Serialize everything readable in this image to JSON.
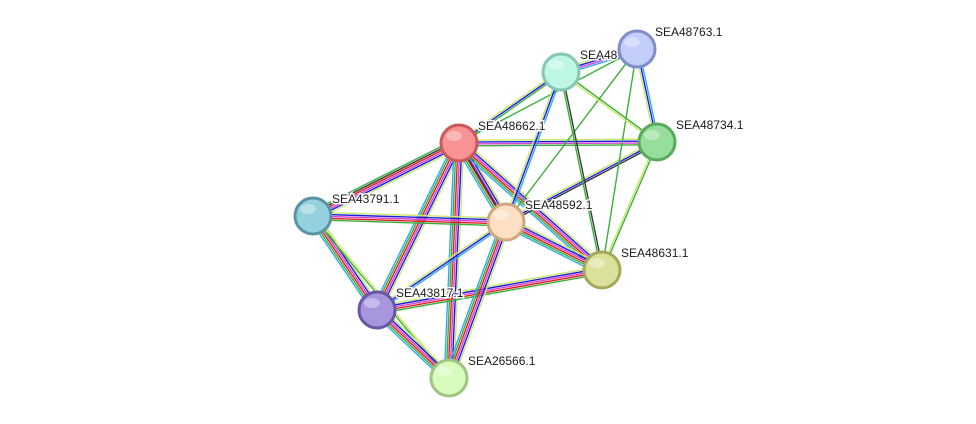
{
  "network": {
    "nodes": [
      {
        "id": "SEA48??",
        "label": "SEA48",
        "fill": "#bff7e6",
        "stroke": "#86c6b2"
      },
      {
        "id": "SEA48763",
        "label": "SEA48763.1",
        "fill": "#c3cdfa",
        "stroke": "#7f8ec9"
      },
      {
        "id": "SEA48662",
        "label": "SEA48662.1",
        "fill": "#f99292",
        "stroke": "#c95a5a"
      },
      {
        "id": "SEA48734",
        "label": "SEA48734.1",
        "fill": "#97dd9b",
        "stroke": "#5aa95f"
      },
      {
        "id": "SEA43791",
        "label": "SEA43791.1",
        "fill": "#95d0df",
        "stroke": "#5a93a3"
      },
      {
        "id": "SEA48592",
        "label": "SEA48592.1",
        "fill": "#fde0c3",
        "stroke": "#cfa87e"
      },
      {
        "id": "SEA48631",
        "label": "SEA48631.1",
        "fill": "#dbe19b",
        "stroke": "#a4a95a"
      },
      {
        "id": "SEA43817",
        "label": "SEA43817.1",
        "fill": "#a896dd",
        "stroke": "#6a56a6"
      },
      {
        "id": "SEA26566",
        "label": "SEA26566.1",
        "fill": "#d8fcbc",
        "stroke": "#9fc483"
      }
    ],
    "edges": [
      {
        "a": "SEA48662",
        "b": "SEA43791",
        "colors": [
          "#c9e86e",
          "#1c1cd8",
          "#d844d8",
          "#e02020",
          "#3a3a3a",
          "#39b039"
        ]
      },
      {
        "a": "SEA48662",
        "b": "SEA43817",
        "colors": [
          "#c9e86e",
          "#1c1cd8",
          "#d844d8",
          "#e02020",
          "#39b039",
          "#33aaee"
        ]
      },
      {
        "a": "SEA48662",
        "b": "SEA26566",
        "colors": [
          "#c9e86e",
          "#1c1cd8",
          "#d844d8",
          "#e02020",
          "#39b039",
          "#33aaee"
        ]
      },
      {
        "a": "SEA48662",
        "b": "SEA48592",
        "colors": [
          "#c9e86e",
          "#1c1cd8",
          "#d844d8",
          "#e02020",
          "#39b039",
          "#33aaee"
        ]
      },
      {
        "a": "SEA48662",
        "b": "SEA48631",
        "colors": [
          "#c9e86e",
          "#1c1cd8",
          "#d844d8",
          "#e02020",
          "#39b039",
          "#33aaee"
        ]
      },
      {
        "a": "SEA48662",
        "b": "SEA48734",
        "colors": [
          "#c9e86e",
          "#1c1cd8",
          "#d844d8",
          "#39b039"
        ]
      },
      {
        "a": "SEA48662",
        "b": "SEA48??",
        "colors": [
          "#c9e86e",
          "#1c1cd8",
          "#39b039"
        ]
      },
      {
        "a": "SEA48662",
        "b": "SEA48763",
        "colors": [
          "#39b039"
        ]
      },
      {
        "a": "SEA43791",
        "b": "SEA43817",
        "colors": [
          "#c9e86e",
          "#1c1cd8",
          "#d844d8",
          "#e02020",
          "#39b039",
          "#33aaee"
        ]
      },
      {
        "a": "SEA43791",
        "b": "SEA48592",
        "colors": [
          "#c9e86e",
          "#1c1cd8",
          "#d844d8",
          "#e02020",
          "#39b039"
        ]
      },
      {
        "a": "SEA43791",
        "b": "SEA26566",
        "colors": [
          "#c9e86e",
          "#39b039"
        ]
      },
      {
        "a": "SEA43817",
        "b": "SEA48592",
        "colors": [
          "#c9e86e",
          "#1c1cd8",
          "#33aaee"
        ]
      },
      {
        "a": "SEA43817",
        "b": "SEA48631",
        "colors": [
          "#c9e86e",
          "#1c1cd8",
          "#d844d8",
          "#e02020",
          "#39b039"
        ]
      },
      {
        "a": "SEA43817",
        "b": "SEA26566",
        "colors": [
          "#c9e86e",
          "#1c1cd8",
          "#d844d8",
          "#e02020",
          "#39b039",
          "#33aaee"
        ]
      },
      {
        "a": "SEA48592",
        "b": "SEA26566",
        "colors": [
          "#c9e86e",
          "#1c1cd8",
          "#d844d8",
          "#e02020",
          "#39b039",
          "#33aaee"
        ]
      },
      {
        "a": "SEA48592",
        "b": "SEA48631",
        "colors": [
          "#c9e86e",
          "#1c1cd8",
          "#d844d8",
          "#e02020",
          "#39b039",
          "#33aaee"
        ]
      },
      {
        "a": "SEA48592",
        "b": "SEA48734",
        "colors": [
          "#c9e86e",
          "#1c1cd8",
          "#3a3a3a"
        ]
      },
      {
        "a": "SEA48592",
        "b": "SEA48??",
        "colors": [
          "#c9e86e",
          "#1c1cd8",
          "#33aaee"
        ]
      },
      {
        "a": "SEA48592",
        "b": "SEA48763",
        "colors": [
          "#39b039"
        ]
      },
      {
        "a": "SEA48631",
        "b": "SEA48??",
        "colors": [
          "#39b039",
          "#3a3a3a"
        ]
      },
      {
        "a": "SEA48631",
        "b": "SEA48734",
        "colors": [
          "#c9e86e",
          "#39b039"
        ]
      },
      {
        "a": "SEA48631",
        "b": "SEA48763",
        "colors": [
          "#39b039"
        ]
      },
      {
        "a": "SEA48734",
        "b": "SEA48??",
        "colors": [
          "#c9e86e",
          "#39b039"
        ]
      },
      {
        "a": "SEA48734",
        "b": "SEA48763",
        "colors": [
          "#c9e86e",
          "#1c1cd8",
          "#33aaee"
        ]
      },
      {
        "a": "SEA48??",
        "b": "SEA48763",
        "colors": [
          "#c9e86e",
          "#1c1cd8",
          "#d844d8",
          "#33aaee"
        ]
      },
      {
        "a": "SEA48662",
        "b": "SEA48592",
        "colors": [
          "#3a3a3a"
        ]
      }
    ]
  }
}
